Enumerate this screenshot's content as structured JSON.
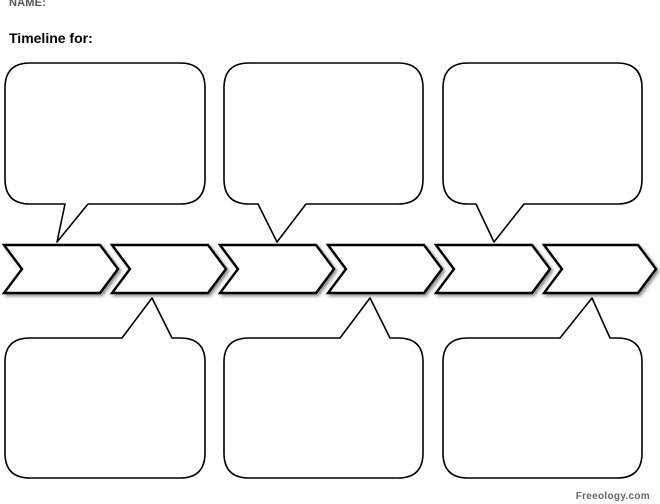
{
  "worksheet": {
    "name_label": "NAME:",
    "title": "Timeline for:",
    "credit": "Freeology.com"
  },
  "colors": {
    "stroke": "#000000",
    "arrow_fill": "#ffffff",
    "arrow_shadow": "#aaaaaa",
    "bubble_fill": "#ffffff"
  }
}
